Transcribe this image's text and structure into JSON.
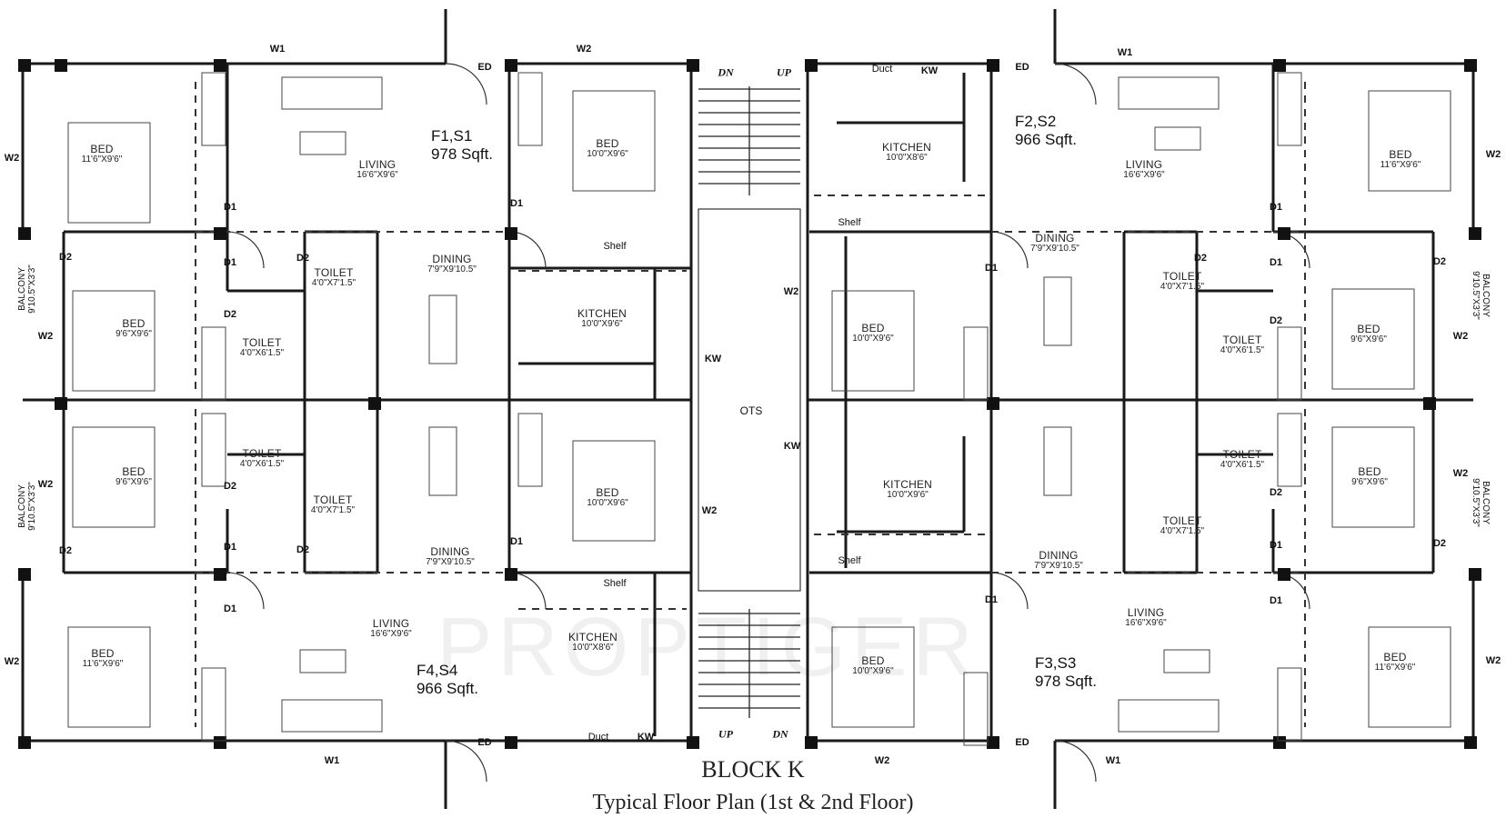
{
  "plan": {
    "title": "BLOCK K",
    "subtitle": "Typical Floor Plan (1st & 2nd Floor)",
    "watermark": "PROPTIGER",
    "units": [
      {
        "code": "F1,S1",
        "area": "978 Sqft."
      },
      {
        "code": "F2,S2",
        "area": "966 Sqft."
      },
      {
        "code": "F4,S4",
        "area": "966 Sqft."
      },
      {
        "code": "F3,S3",
        "area": "978 Sqft."
      }
    ],
    "rooms": {
      "bed_11_6": "11'6\"X9'6\"",
      "bed_9_6": "9'6\"X9'6\"",
      "bed_10_0": "10'0\"X9'6\"",
      "living": "16'6\"X9'6\"",
      "dining": "7'9\"X9'10.5\"",
      "kitchen_a": "10'0\"X8'6\"",
      "kitchen_b": "10'0\"X9'6\"",
      "toilet_a": "4'0\"X7'1.5\"",
      "toilet_b": "4'0\"X6'1.5\"",
      "balcony": "9'10.5\"X3'3\""
    },
    "labels": {
      "bed": "BED",
      "living": "LIVING",
      "dining": "DINING",
      "kitchen": "KITCHEN",
      "toilet": "TOILET",
      "balcony": "BALCONY",
      "ots": "OTS",
      "shelf": "Shelf",
      "duct": "Duct",
      "kw": "KW",
      "ed": "ED",
      "d1": "D1",
      "d2": "D2",
      "w1": "W1",
      "w2": "W2",
      "up": "UP",
      "dn": "DN"
    }
  }
}
